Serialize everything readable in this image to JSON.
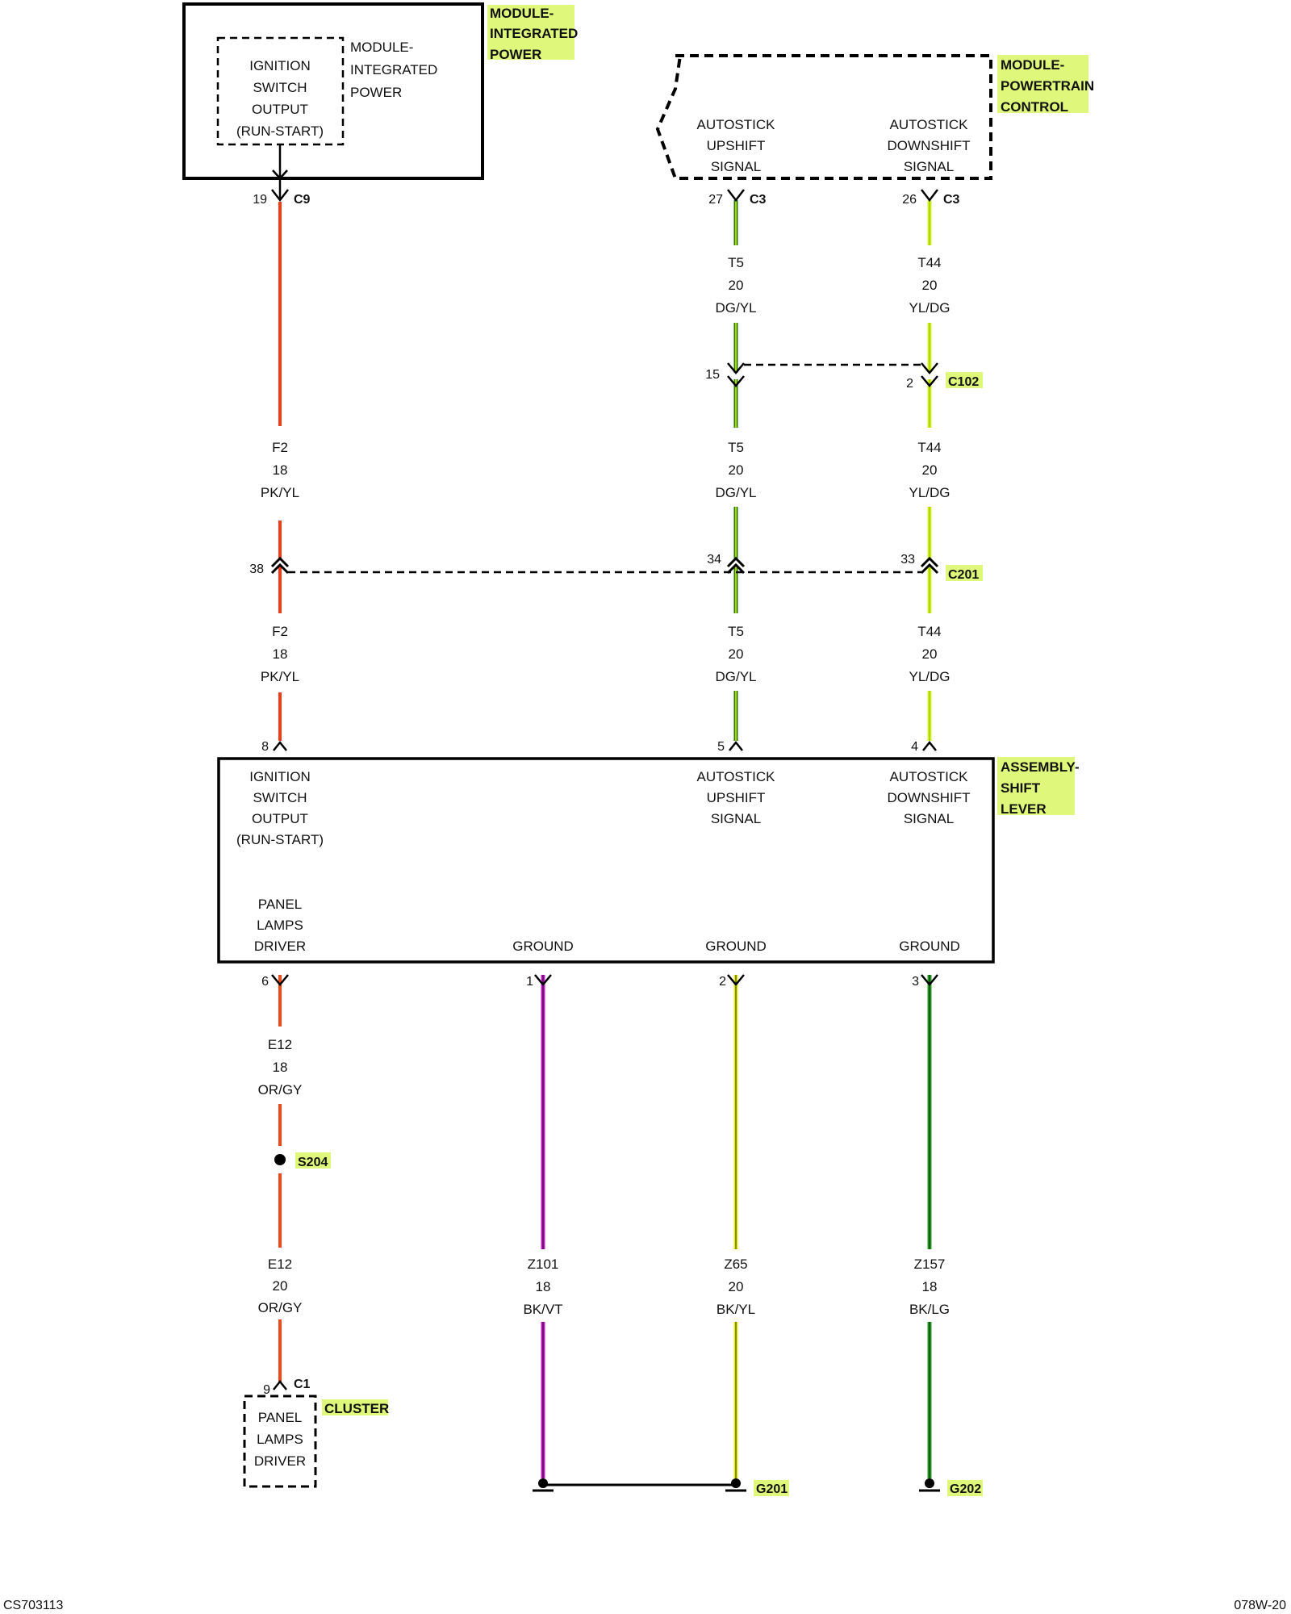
{
  "colors": {
    "highlight": "#dff77a",
    "pk_yl": "#f03c18",
    "or_gy": "#f04a18",
    "dg_yl_outer": "#1e7a10",
    "dg_yl_inner": "#e8f000",
    "yl_dg_outer": "#d8f020",
    "yl_dg_inner": "#9ad010",
    "bk_vt": "#c21ec8",
    "bk_yl": "#e4f000",
    "bk_lg": "#22a020"
  },
  "modules": {
    "integrated_power": {
      "name": [
        "MODULE-",
        "INTEGRATED",
        "POWER"
      ],
      "inner_label": [
        "MODULE-",
        "INTEGRATED",
        "POWER"
      ],
      "output": [
        "IGNITION",
        "SWITCH",
        "OUTPUT",
        "(RUN-START)"
      ]
    },
    "powertrain_control": {
      "name": [
        "MODULE-",
        "POWERTRAIN",
        "CONTROL"
      ],
      "upshift": [
        "AUTOSTICK",
        "UPSHIFT",
        "SIGNAL"
      ],
      "downshift": [
        "AUTOSTICK",
        "DOWNSHIFT",
        "SIGNAL"
      ]
    },
    "shift_lever": {
      "name": [
        "ASSEMBLY-",
        "SHIFT",
        "LEVER"
      ],
      "ignition": [
        "IGNITION",
        "SWITCH",
        "OUTPUT",
        "(RUN-START)"
      ],
      "upshift": [
        "AUTOSTICK",
        "UPSHIFT",
        "SIGNAL"
      ],
      "downshift": [
        "AUTOSTICK",
        "DOWNSHIFT",
        "SIGNAL"
      ],
      "panel_lamps": [
        "PANEL",
        "LAMPS",
        "DRIVER"
      ],
      "ground": "GROUND"
    },
    "cluster": {
      "name": "CLUSTER",
      "label": [
        "PANEL",
        "LAMPS",
        "DRIVER"
      ]
    }
  },
  "connectors": {
    "c9": {
      "name": "C9",
      "pin": "19"
    },
    "c3_up": {
      "name": "C3",
      "pin": "27"
    },
    "c3_down": {
      "name": "C3",
      "pin": "26"
    },
    "c102": {
      "name": "C102",
      "pin_up": "15",
      "pin_down": "2"
    },
    "c201": {
      "name": "C201",
      "pin_ign": "38",
      "pin_up": "34",
      "pin_down": "33"
    },
    "lever_ign": "8",
    "lever_up": "5",
    "lever_down": "4",
    "lever_panel": "6",
    "lever_gnd1": "1",
    "lever_gnd2": "2",
    "lever_gnd3": "3",
    "c1": {
      "name": "C1",
      "pin": "9"
    }
  },
  "wires": {
    "f2": [
      "F2",
      "18",
      "PK/YL"
    ],
    "t5": [
      "T5",
      "20",
      "DG/YL"
    ],
    "t44": [
      "T44",
      "20",
      "YL/DG"
    ],
    "e12a": [
      "E12",
      "18",
      "OR/GY"
    ],
    "e12b": [
      "E12",
      "20",
      "OR/GY"
    ],
    "z101": [
      "Z101",
      "18",
      "BK/VT"
    ],
    "z65": [
      "Z65",
      "20",
      "BK/YL"
    ],
    "z157": [
      "Z157",
      "18",
      "BK/LG"
    ]
  },
  "splice": "S204",
  "grounds": {
    "g201": "G201",
    "g202": "G202"
  },
  "footer": {
    "left": "CS703113",
    "right": "078W-20"
  }
}
